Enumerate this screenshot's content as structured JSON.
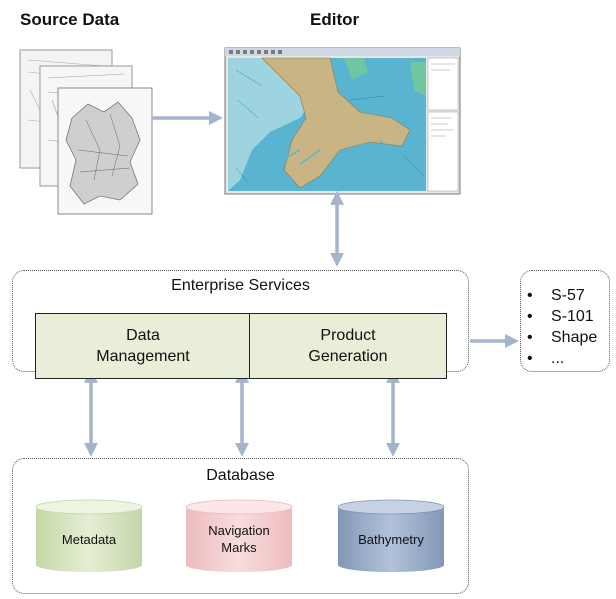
{
  "source_data": {
    "title": "Source Data"
  },
  "editor": {
    "title": "Editor"
  },
  "enterprise_services": {
    "title": "Enterprise Services",
    "data_management": "Data\nManagement",
    "product_generation": "Product\nGeneration"
  },
  "output_formats": {
    "items": [
      "S-57",
      "S-101",
      "Shape",
      "..."
    ]
  },
  "database": {
    "title": "Database",
    "metadata": "Metadata",
    "navigation_marks": "Navigation\nMarks",
    "bathymetry": "Bathymetry"
  },
  "colors": {
    "arrow": "#a4b4cc",
    "panel_fill": "#e8eed8",
    "metadata_cyl": "#d8e6c2",
    "navmarks_cyl": "#f2cfd0",
    "bathymetry_cyl": "#9eb0cc",
    "map_land": "#c8b583",
    "map_water": "#58b4d0"
  }
}
